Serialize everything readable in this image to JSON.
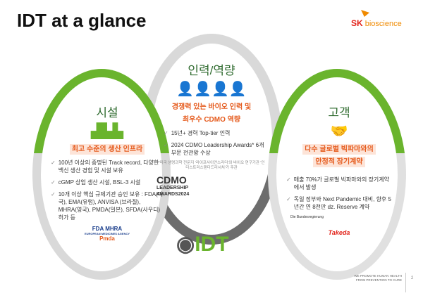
{
  "title": "IDT at a glance",
  "logo": {
    "sk": "SK",
    "bioscience": "bioscience"
  },
  "left": {
    "heading": "시설",
    "icon": "factory-icon",
    "highlight": "최고 수준의 생산 인프라",
    "items": [
      "100년 이상의 증명된 Track record, 다양한 백신 생산 경험 및 시설 보유",
      "cGMP 상업 생산 시설, BSL-3 시설",
      "10개 이상 핵심 규제기관 승인 보유 : FDA(미국), EMA(유럽), ANVISA (브라질), MHRA(영국), PMDA(일본), SFDA(사우디) 허가 등"
    ],
    "logos": [
      "FDA",
      "MHRA",
      "EUROPEAN MEDICINES AGENCY",
      "Pmda"
    ]
  },
  "center": {
    "heading": "인력/역량",
    "icon": "people-icon",
    "highlight1": "경쟁력 있는 바이오 인력 및",
    "highlight2": "최우수 CDMO 역량",
    "items": [
      "15년+ 경력 Top-tier 인력",
      "2024 CDMO Leadership Awards* 6개 부문 전관왕 수상"
    ],
    "note": "*미국 생명과학 전문지 '라이프사이언스리더'와 바이오 연구기관 '인더스트리스탠더드리서치'가 주관",
    "award": [
      "CDMO",
      "LEADERSHIP",
      "AWARDS2024"
    ]
  },
  "right": {
    "heading": "고객",
    "icon": "handshake-icon",
    "highlight1": "다수 글로벌 빅파마와의",
    "highlight2": "안정적 장기계약",
    "items": [
      "매출 70%가 글로벌 빅파마와의 장기계약에서 발생",
      "독일 정부와 Next Pandemic 대비, 향후 5년간 연 8천만 dz. Reserve 계약"
    ],
    "logos": [
      "Die Bundesregierung",
      "Takeda"
    ]
  },
  "brand": {
    "name": "IDT"
  },
  "footer": {
    "line1": "WE PROMOTE HUMAN HEALTH",
    "line2": "FROM PREVENTION TO CURE",
    "page": "2"
  }
}
